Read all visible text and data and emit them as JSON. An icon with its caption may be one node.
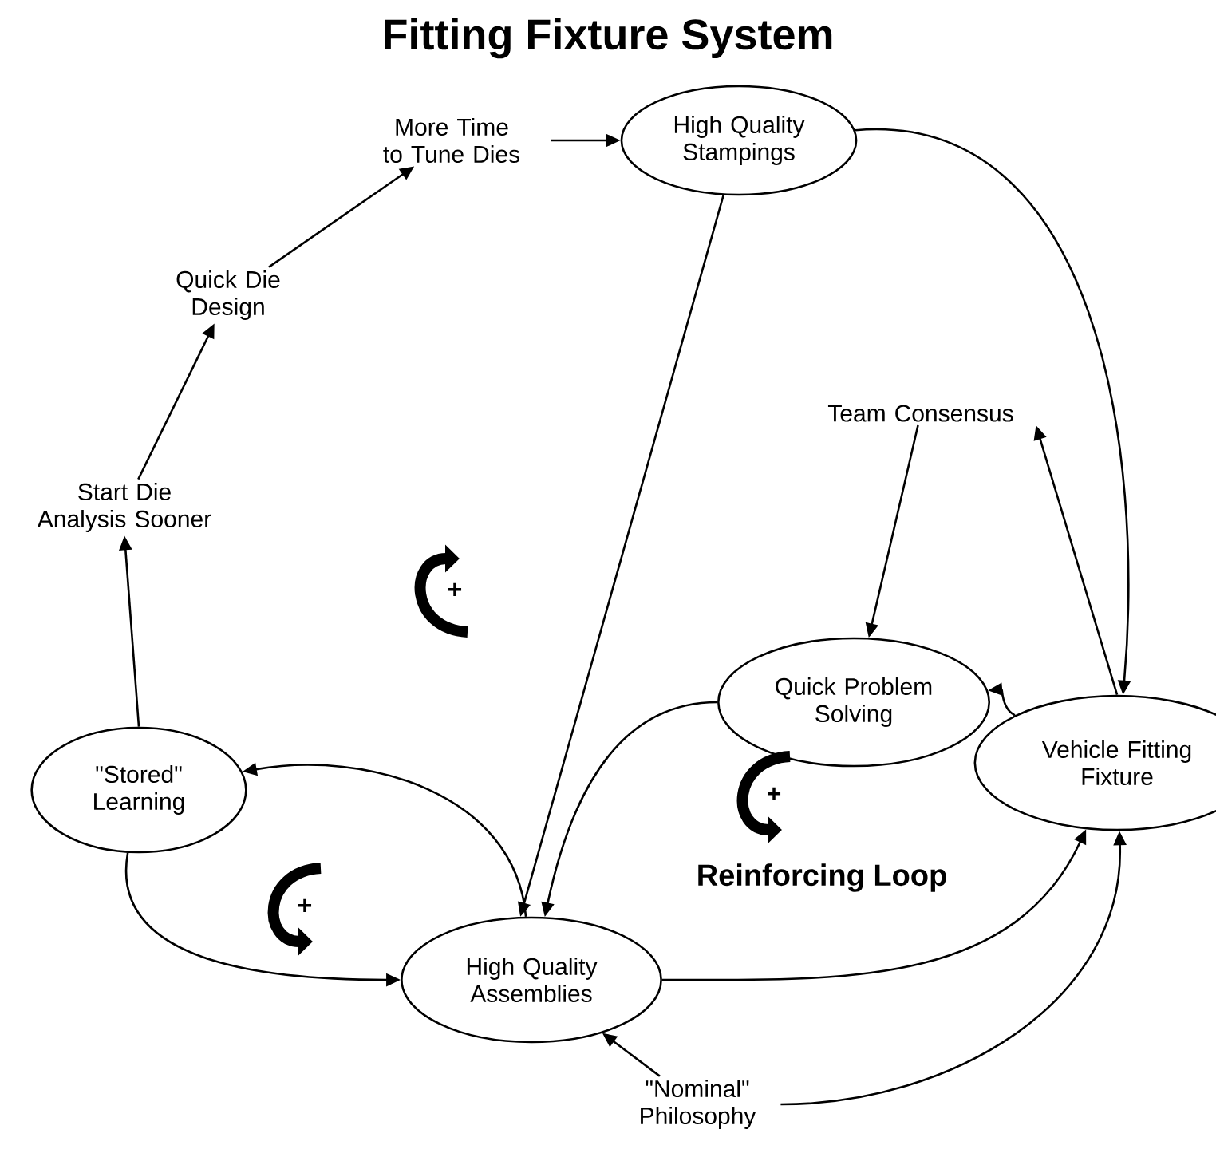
{
  "diagram": {
    "title": "Fitting Fixture System",
    "nodes": [
      {
        "text": [
          "More Time to Tune Dies"
        ]
      },
      {
        "text": [
          "High Quality Stampings"
        ]
      },
      {
        "text": [
          "Quick Die Design"
        ]
      },
      {
        "text": [
          "Start Die Analysis Sooner"
        ]
      },
      {
        "text": [
          "Team Consensus"
        ]
      },
      {
        "text": [
          "Quick Problem Solving"
        ]
      },
      {
        "text": [
          "Vehicle Fitting Fixture"
        ]
      },
      {
        "text": [
          "\"Stored\" Learning"
        ]
      },
      {
        "text": [
          "High Quality Assemblies"
        ]
      },
      {
        "text": [
          "\"Nominal\" Philosophy"
        ]
      }
    ],
    "edges": [
      {
        "from": 2,
        "to": 0,
        "arrow": "to"
      },
      {
        "from": 3,
        "to": 2,
        "arrow": "to"
      },
      {
        "from": 7,
        "to": 3,
        "arrow": "to"
      },
      {
        "from": 0,
        "to": 1,
        "arrow": "to"
      },
      {
        "from": 1,
        "to": 8,
        "arrow": "to"
      },
      {
        "from": 1,
        "to": 6,
        "arrow": "to"
      },
      {
        "from": 4,
        "to": 5,
        "arrow": "to"
      },
      {
        "from": 6,
        "to": 4,
        "arrow": "to"
      },
      {
        "from": 6,
        "to": 5,
        "arrow": "to"
      },
      {
        "from": 5,
        "to": 8,
        "arrow": "to"
      },
      {
        "from": 8,
        "to": 6,
        "arrow": "to"
      },
      {
        "from": 8,
        "to": 7,
        "arrow": "to"
      },
      {
        "from": 7,
        "to": 8,
        "arrow": "to"
      },
      {
        "from": 9,
        "to": 8,
        "arrow": "to"
      },
      {
        "from": 9,
        "to": 6,
        "arrow": "to"
      }
    ],
    "labels": [
      "+",
      "+",
      "Reinforcing Loop",
      "+"
    ]
  }
}
